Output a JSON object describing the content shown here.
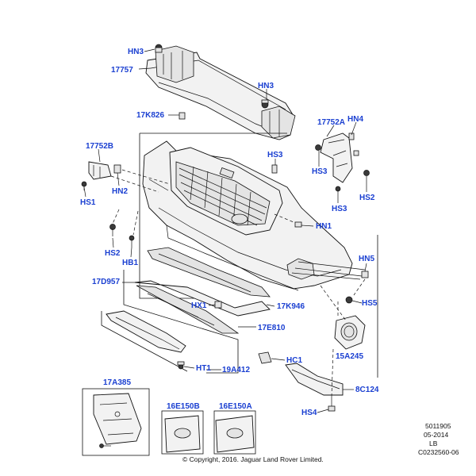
{
  "labels": {
    "hn3_top": "HN3",
    "p17757": "17757",
    "hn3_mid": "HN3",
    "p17k826": "17K826",
    "p17752a": "17752A",
    "hn4": "HN4",
    "p17752b": "17752B",
    "hs3_mid": "HS3",
    "hs3_right": "HS3",
    "hs2_right": "HS2",
    "hs3_bottom": "HS3",
    "hn2": "HN2",
    "hs1": "HS1",
    "hn1": "HN1",
    "hs2_left": "HS2",
    "hb1": "HB1",
    "hn5": "HN5",
    "p17d957": "17D957",
    "hs5": "HS5",
    "hx1": "HX1",
    "p17k946": "17K946",
    "p17e810": "17E810",
    "p15a245": "15A245",
    "hc1": "HC1",
    "ht1": "HT1",
    "p19a412": "19A412",
    "p8c124": "8C124",
    "p17a385": "17A385",
    "p16e150b": "16E150B",
    "p16e150a": "16E150A",
    "hs4": "HS4"
  },
  "footer": {
    "ref": "5011905",
    "date": "05-2014",
    "code": "LB",
    "illustration": "C0232560-06",
    "copyright": "© Copyright, 2016. Jaguar Land Rover Limited."
  },
  "colors": {
    "label": "#1a3fd1",
    "line": "#111111"
  }
}
